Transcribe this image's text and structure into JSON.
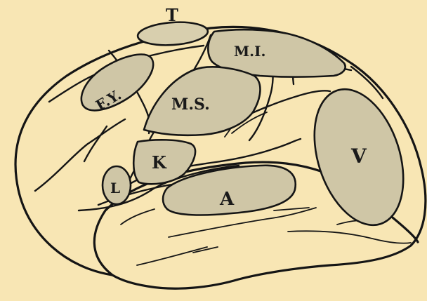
{
  "diagram": {
    "regions": [
      {
        "id": "T",
        "label": "T"
      },
      {
        "id": "FY",
        "label": "F.Y."
      },
      {
        "id": "MI",
        "label": "M.I."
      },
      {
        "id": "MS",
        "label": "M.S."
      },
      {
        "id": "K",
        "label": "K"
      },
      {
        "id": "L",
        "label": "L"
      },
      {
        "id": "A",
        "label": "A"
      },
      {
        "id": "V",
        "label": "V"
      }
    ],
    "colors": {
      "paper": "#f8e6b4",
      "ink": "#151515",
      "shaded_area": "#cfc6a6"
    }
  }
}
